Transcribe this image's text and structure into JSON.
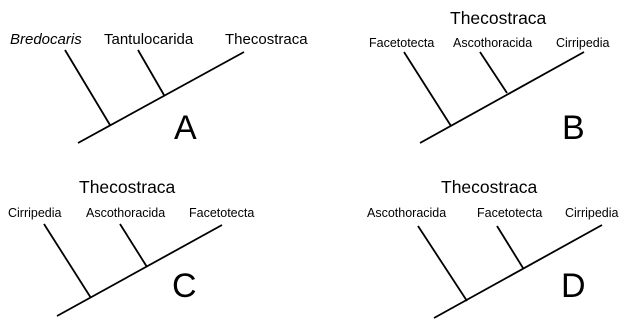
{
  "panels": {
    "A": {
      "letter": "A",
      "taxa": [
        "Bredocaris",
        "Tantulocarida",
        "Thecostraca"
      ]
    },
    "B": {
      "letter": "B",
      "group_title": "Thecostraca",
      "taxa": [
        "Facetotecta",
        "Ascothoracida",
        "Cirripedia"
      ]
    },
    "C": {
      "letter": "C",
      "group_title": "Thecostraca",
      "taxa": [
        "Cirripedia",
        "Ascothoracida",
        "Facetotecta"
      ]
    },
    "D": {
      "letter": "D",
      "group_title": "Thecostraca",
      "taxa": [
        "Ascothoracida",
        "Facetotecta",
        "Cirripedia"
      ]
    }
  }
}
